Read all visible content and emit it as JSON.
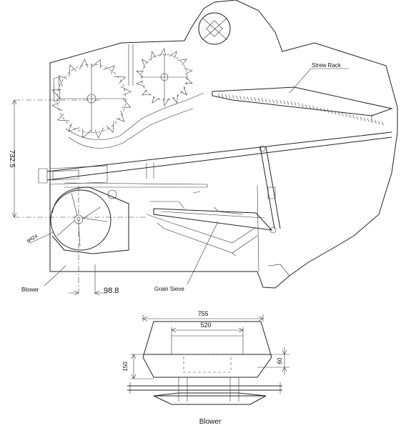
{
  "labels": {
    "straw_rack": "Strew Rack",
    "blower": "Blower",
    "grain_sieve": "Grain Sieve",
    "bottom_caption": "Blower"
  },
  "dimensions": {
    "vertical": "732.5",
    "offset": "98.8",
    "diameter": "φ424",
    "width_outer": "755",
    "width_inner": "520",
    "height_left": "150",
    "height_right": "60"
  }
}
